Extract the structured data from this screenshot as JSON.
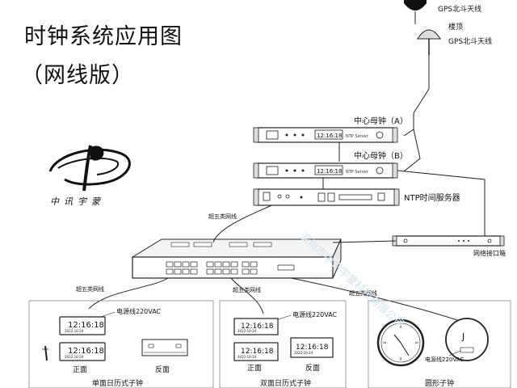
{
  "diagram": {
    "title": "时钟系统应用图",
    "subtitle": "（网线版）",
    "watermark": "深圳市中讯宇蒙科技有限公司",
    "logo": {
      "text": "中讯宇蒙"
    },
    "antennas": [
      {
        "id": "antenna-top",
        "label": "GPS北斗天线"
      },
      {
        "id": "antenna-roof",
        "place": "楼顶",
        "label": "GPS北斗天线"
      }
    ],
    "devices": {
      "master_a": {
        "label": "中心母钟（A）",
        "display": "12:16:18",
        "model": "NTP Server"
      },
      "master_b": {
        "label": "中心母钟（B）",
        "display": "12:16:18",
        "model": "NTP Server"
      },
      "ntp_server": {
        "label": "NTP时间服务器"
      },
      "interface_box": {
        "label": "网络接口箱"
      },
      "switch": {
        "label": ""
      }
    },
    "cables": {
      "super5_main": "超五类网线",
      "super5_left": "超五类网线",
      "super5_mid": "超五类网线",
      "super5_right": "超五类网线"
    },
    "groups": [
      {
        "id": "single-sided",
        "caption": "单面日历式子钟",
        "power": "电源线220VAC",
        "clock_time": "12:16:18",
        "clock_date": "2022-10-24",
        "front_label": "正面",
        "back_label": "反面"
      },
      {
        "id": "double-sided",
        "caption": "双面日历式子钟",
        "power": "电源线220VAC",
        "clock_time": "12:16:18",
        "clock_date": "2022-10-24",
        "front_label": "正面",
        "back_label": "反面"
      },
      {
        "id": "round",
        "caption": "圆形子钟",
        "power": "电源线220VAC",
        "clock_face_mark": "J"
      }
    ],
    "colors": {
      "line": "#222222",
      "display_bg": "#ffffff",
      "watermark": "#cfe2ee"
    }
  }
}
